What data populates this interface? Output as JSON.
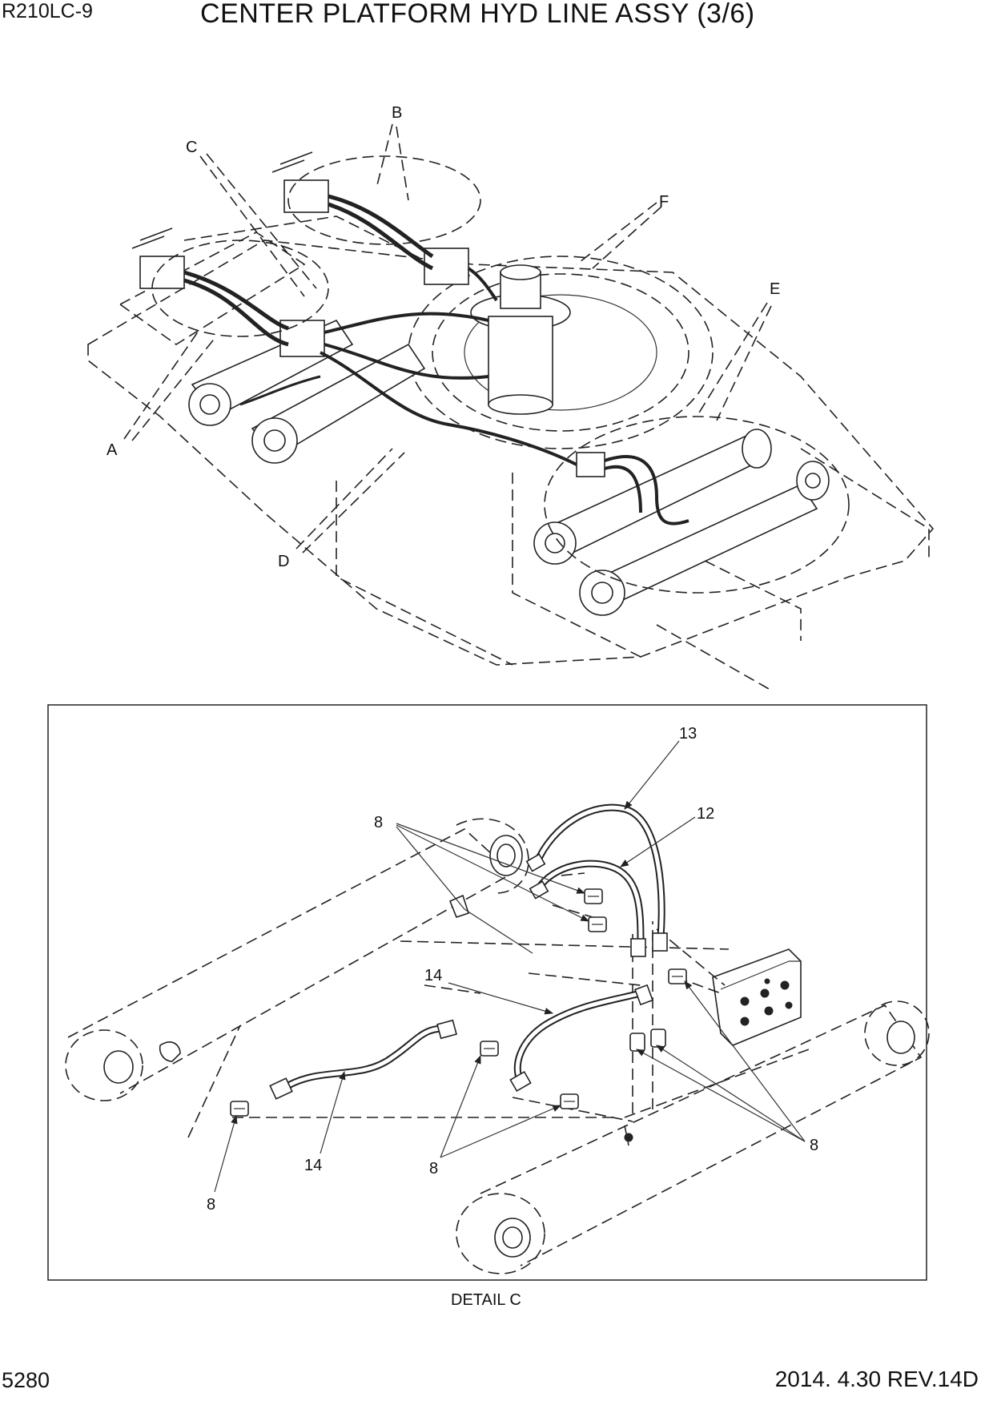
{
  "header": {
    "model": "R210LC-9",
    "title": "CENTER PLATFORM HYD LINE ASSY (3/6)"
  },
  "overview": {
    "callouts": [
      "A",
      "B",
      "C",
      "D",
      "E",
      "F"
    ]
  },
  "detail": {
    "caption": "DETAIL C",
    "part_labels": [
      "13",
      "12",
      "8",
      "14",
      "14",
      "8",
      "8",
      "8"
    ]
  },
  "footer": {
    "page_number": "5280",
    "date_revision": "2014. 4.30  REV.14D"
  }
}
